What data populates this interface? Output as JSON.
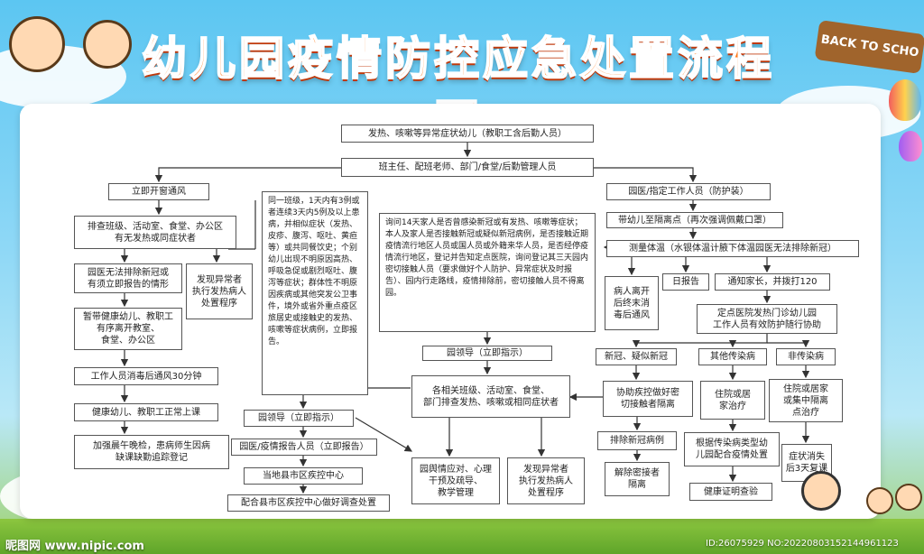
{
  "title": "幼儿园疫情防控应急处置流程图",
  "sign_text": "BACK TO SCHO",
  "watermark_left": "昵图网 www.nipic.com",
  "watermark_right": "ID:26075929 NO:20220803152144961123",
  "nodes": {
    "n1": "发热、咳嗽等异常症状幼儿（教职工含后勤人员）",
    "n2": "班主任、配班老师、部门/食堂/后勤管理人员",
    "n3": "立即开窗通风",
    "n4": "排查班级、活动室、食堂、办公区\n有无发热或同症状者",
    "n5": "园医无法排除新冠或\n有须立即报告的情形",
    "n6": "发现异常者\n执行发热病人\n处置程序",
    "n7": "暂带健康幼儿、教职工\n有序离开教室、\n食堂、办公区",
    "n8": "工作人员消毒后通风30分钟",
    "n9": "健康幼儿、教职工正常上课",
    "n10": "加强晨午晚检，患病师生因病\n缺课缺勤追踪登记",
    "n11": "同一班级，1天内有3例或者连续3天内5例及以上患病，并相似症状（发热、皮疹、腹泻、呕吐、黄疸等）或共同餐饮史；个别幼儿出现不明原因高热、呼吸急促或剧烈呕吐、腹泻等症状；群体性不明原因疾病或其他突发公卫事件，境外或省外重点疫区旅居史或接触史的发热、咳嗽等症状病例，立即报告。",
    "n12": "园领导（立即指示）",
    "n13": "园医/疫情报告人员（立即报告）",
    "n14": "当地县市区疾控中心",
    "n15": "配合县市区疾控中心做好调查处置",
    "n16": "询问14天家人是否曾感染新冠或有发热、咳嗽等症状；本人及家人是否接触新冠或疑似新冠病例，是否接触近期疫情流行地区人员或国人员或外籍来华人员，是否经停疫情流行地区，登记并告知定点医院，询问登记其三天园内密切接触人员（要求做好个人防护、异常症状及时报告）、园内行走路线，疫情排除前，密切接触人员不得离园。",
    "n17": "园领导（立即指示）",
    "n18": "各相关班级、活动室、食堂、\n部门排查发热、咳嗽或相同症状者",
    "n19": "园舆情应对、心理\n干预及疏导、\n教学管理",
    "n20": "发现异常者\n执行发热病人\n处置程序",
    "n21": "园医/指定工作人员（防护装）",
    "n22": "带幼儿至隔离点（再次强调佩戴口罩）",
    "n23": "测量体温（水银体温计腋下体温园医无法排除新冠）",
    "n24": "病人离开\n后终末消\n毒后通风",
    "n25": "日报告",
    "n26": "通知家长，并拨打120",
    "n27": "定点医院发热门诊幼儿园\n工作人员有效防护随行协助",
    "n28": "新冠、疑似新冠",
    "n29": "其他传染病",
    "n30": "非传染病",
    "n31": "协助疾控做好密\n切接触者隔离",
    "n32": "住院或居\n家治疗",
    "n33": "住院或居家\n或集中隔离\n点治疗",
    "n34": "排除新冠病例",
    "n35": "根据传染病类型幼\n儿园配合疫情处置",
    "n36": "症状消失\n后3天复课",
    "n37": "解除密接者\n隔离",
    "n38": "健康证明查验"
  },
  "colors": {
    "title": "#ff7a1a",
    "line": "#333333",
    "panel": "#ffffff"
  }
}
